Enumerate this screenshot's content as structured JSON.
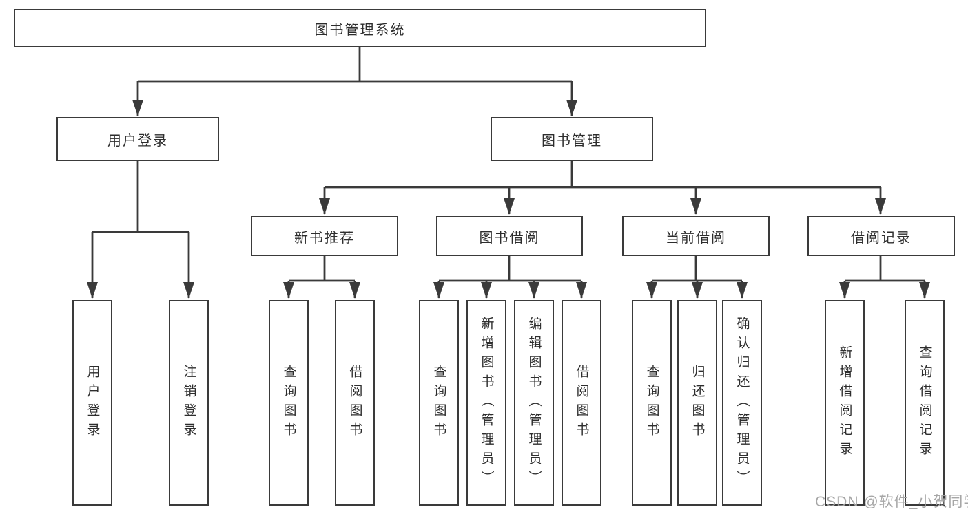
{
  "diagram": {
    "tree": {
      "label": "图书管理系统",
      "children": [
        {
          "label": "用户登录",
          "children": [
            {
              "label": "用户登录"
            },
            {
              "label": "注销登录"
            }
          ]
        },
        {
          "label": "图书管理",
          "children": [
            {
              "label": "新书推荐",
              "children": [
                {
                  "label": "查询图书"
                },
                {
                  "label": "借阅图书"
                }
              ]
            },
            {
              "label": "图书借阅",
              "children": [
                {
                  "label": "查询图书"
                },
                {
                  "label": "新增图书（管理员）"
                },
                {
                  "label": "编辑图书（管理员）"
                },
                {
                  "label": "借阅图书"
                }
              ]
            },
            {
              "label": "当前借阅",
              "children": [
                {
                  "label": "查询图书"
                },
                {
                  "label": "归还图书"
                },
                {
                  "label": "确认归还（管理员）"
                }
              ]
            },
            {
              "label": "借阅记录",
              "children": [
                {
                  "label": "新增借阅记录"
                },
                {
                  "label": "查询借阅记录"
                }
              ]
            }
          ]
        }
      ]
    }
  },
  "watermark": "CSDN @软件_小贺同学",
  "colors": {
    "background": "#ffffff",
    "line": "#3a3a3a",
    "box_border": "#3a3a3a",
    "box_fill": "#ffffff",
    "text": "#2d2d2d",
    "watermark": "#a6a6a6"
  }
}
